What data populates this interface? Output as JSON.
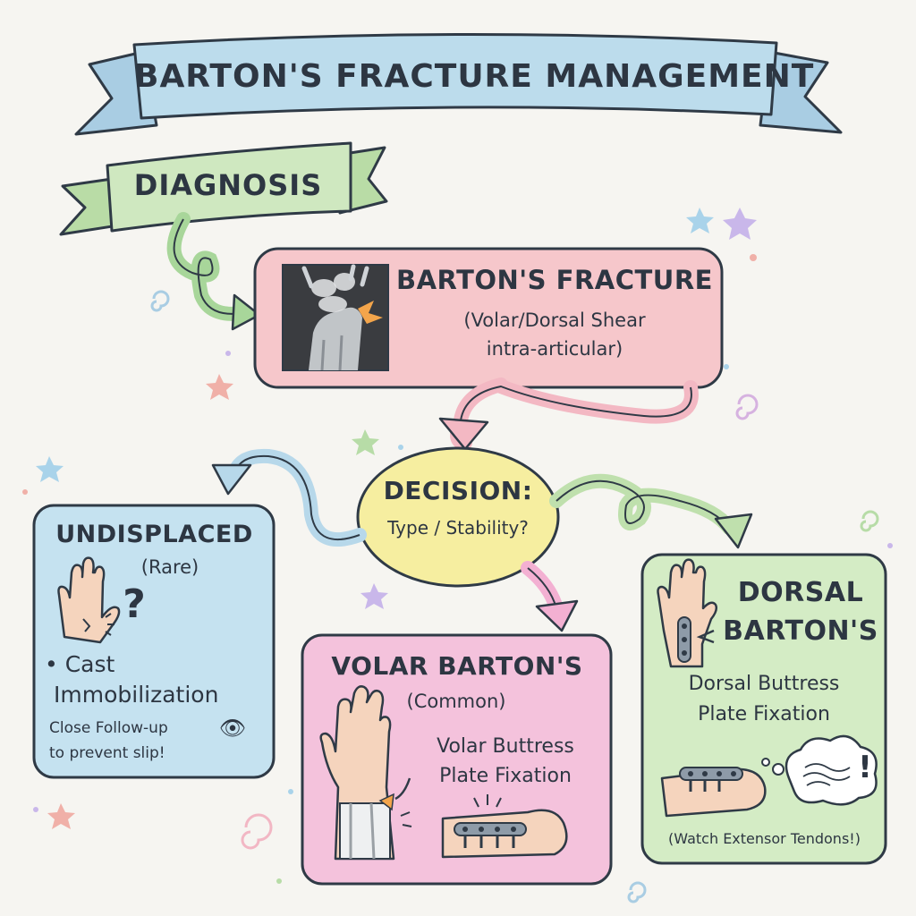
{
  "title": "BARTON'S FRACTURE MANAGEMENT",
  "diagnosis_label": "DIAGNOSIS",
  "fracture_box": {
    "title": "BARTON'S FRACTURE",
    "subtitle_line1": "(Volar/Dorsal Shear",
    "subtitle_line2": "intra-articular)"
  },
  "decision": {
    "title": "DECISION:",
    "question": "Type / Stability?"
  },
  "undisplaced_box": {
    "title": "UNDISPLACED",
    "note": "(Rare)",
    "question_mark": "?",
    "bullet": "• Cast",
    "bullet_line2": "Immobilization",
    "followup_line1": "Close Follow-up",
    "followup_line2": "to prevent slip!"
  },
  "volar_box": {
    "title": "VOLAR BARTON'S",
    "note": "(Common)",
    "treatment_line1": "Volar Buttress",
    "treatment_line2": "Plate Fixation"
  },
  "dorsal_box": {
    "title_line1": "DORSAL",
    "title_line2": "BARTON'S",
    "treatment_line1": "Dorsal Buttress",
    "treatment_line2": "Plate Fixation",
    "exclamation": "!",
    "warning": "(Watch Extensor Tendons!)"
  },
  "colors": {
    "title_banner": "#b9d8ea",
    "diagnosis_banner": "#cfe8c0",
    "fracture_box": "#f6c7cb",
    "decision": "#f6eea0",
    "undisplaced_box": "#c5e2f0",
    "volar_box": "#f4c2dc",
    "dorsal_box": "#d4ecc5",
    "outline": "#2f3a46"
  }
}
